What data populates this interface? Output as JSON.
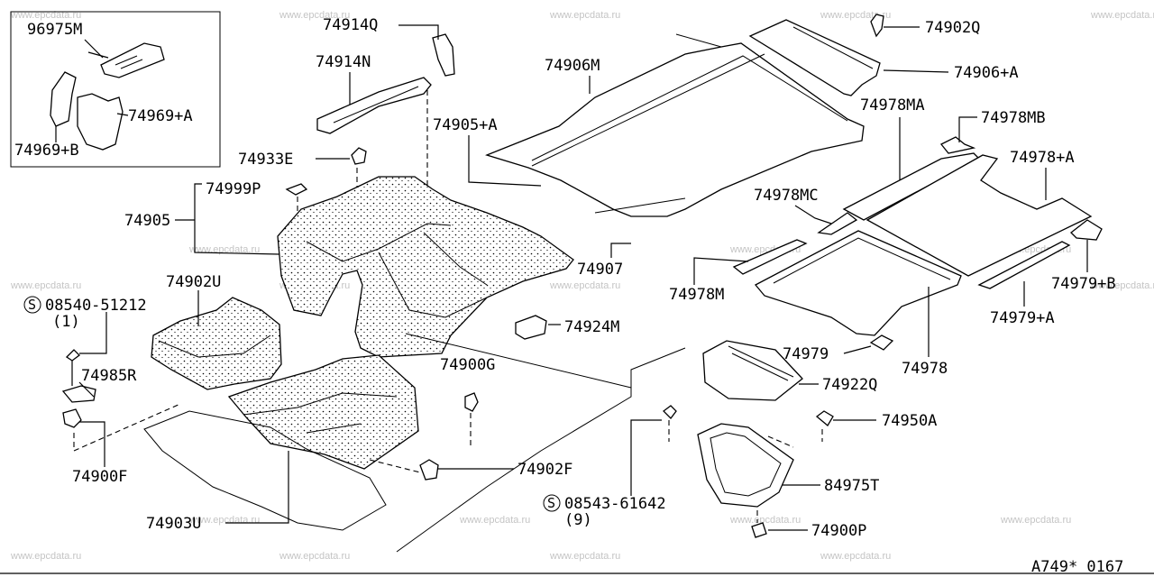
{
  "watermark": "www.epcdata.ru",
  "diagram_code": "A749* 0167",
  "inset_labels": {
    "p96975M": "96975M",
    "p74969A": "74969+A",
    "p74969B": "74969+B"
  },
  "labels": {
    "p74914Q": "74914Q",
    "p74914N": "74914N",
    "p74906M": "74906M",
    "p74902Q": "74902Q",
    "p74906A": "74906+A",
    "p74905A": "74905+A",
    "p74978MA": "74978MA",
    "p74978MB": "74978MB",
    "p74933E": "74933E",
    "p74978A": "74978+A",
    "p74999P": "74999P",
    "p74978MC": "74978MC",
    "p74905": "74905",
    "p74907": "74907",
    "p74978M": "74978M",
    "p74979B": "74979+B",
    "p74902U": "74902U",
    "p08540": "08540-51212",
    "p08540qty": "(1)",
    "p74924M": "74924M",
    "p74979A": "74979+A",
    "p74979": "74979",
    "p74985R": "74985R",
    "p74900G": "74900G",
    "p74978": "74978",
    "p74922Q": "74922Q",
    "p74950A": "74950A",
    "p74900F": "74900F",
    "p74902F": "74902F",
    "p84975T": "84975T",
    "p08543": "08543-61642",
    "p08543qty": "(9)",
    "p74903U": "74903U",
    "p74900P": "74900P"
  },
  "screw_symbol": "S"
}
